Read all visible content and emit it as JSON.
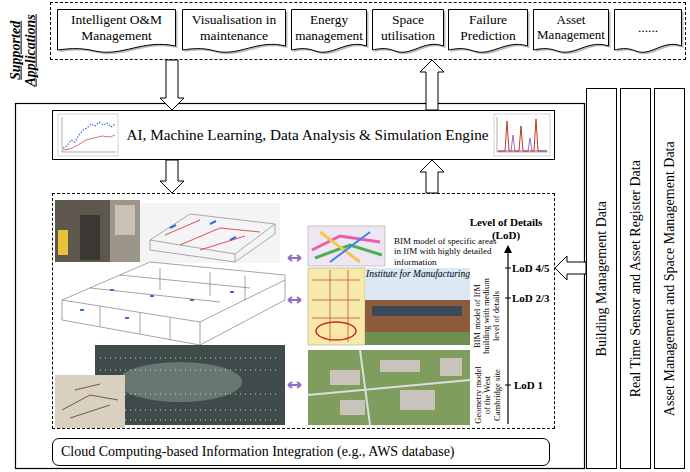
{
  "diagram": {
    "nodes": [
      {
        "text": [
          "Supported Applications"
        ]
      },
      {
        "text": [
          "Intelligent O&M Management"
        ],
        "in": 0
      },
      {
        "text": [
          "Visualisation in maintenance"
        ],
        "in": 0
      },
      {
        "text": [
          "Energy management"
        ],
        "in": 0
      },
      {
        "text": [
          "Space utilisation"
        ],
        "in": 0
      },
      {
        "text": [
          "Failure Prediction"
        ],
        "in": 0
      },
      {
        "text": [
          "Asset Management"
        ],
        "in": 0
      },
      {
        "text": [
          "......"
        ],
        "in": 0
      },
      {
        "text": [
          "AI, Machine Learning, Data Analysis & Simulation Engine"
        ]
      },
      {
        "text": [
          "Level of Details (LoD)"
        ]
      },
      {
        "text": [
          "Cloud Computing-based Information Integration (e.g., AWS database)"
        ]
      },
      {
        "text": [
          "Building Management Data"
        ]
      },
      {
        "text": [
          "Real Time Sensor and Asset Register Data"
        ]
      },
      {
        "text": [
          "Asset Management and Space Management Data"
        ]
      }
    ],
    "edges": [
      {
        "from": 0,
        "to": 8,
        "arrow": "to"
      },
      {
        "from": 8,
        "to": 0,
        "arrow": "to"
      },
      {
        "from": 8,
        "to": 9,
        "arrow": "to"
      },
      {
        "from": 9,
        "to": 8,
        "arrow": "to"
      },
      {
        "from": 11,
        "to": 9,
        "arrow": "to"
      }
    ],
    "labels": [
      "BIM model of specific areas in IfM with highly detailed information",
      "LoD 4/5",
      "Institute for Manufacturing",
      "LoD 2/3",
      "BIM model of IfM building with medium level of details",
      "Geometry model of the West Cambridge site",
      "LoD 1"
    ]
  }
}
